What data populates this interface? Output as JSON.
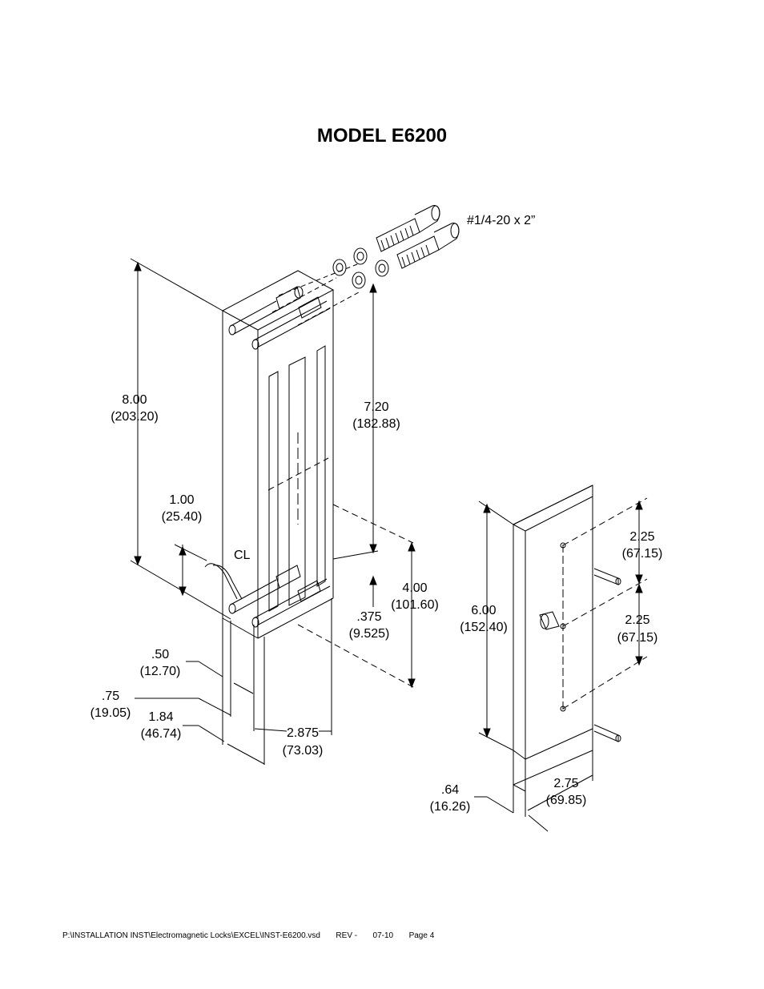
{
  "title": "MODEL E6200",
  "screw_spec": "#1/4-20 x 2”",
  "centerline_mark": "CL",
  "dims": {
    "d800": [
      "8.00",
      "(203.20)"
    ],
    "d720": [
      "7.20",
      "(182.88)"
    ],
    "d100": [
      "1.00",
      "(25.40)"
    ],
    "d400": [
      "4.00",
      "(101.60)"
    ],
    "d375": [
      ".375",
      "(9.525)"
    ],
    "d050": [
      ".50",
      "(12.70)"
    ],
    "d075": [
      ".75",
      "(19.05)"
    ],
    "d184": [
      "1.84",
      "(46.74)"
    ],
    "d2875": [
      "2.875",
      "(73.03)"
    ],
    "d600": [
      "6.00",
      "(152.40)"
    ],
    "d225a": [
      "2.25",
      "(67.15)"
    ],
    "d225b": [
      "2.25",
      "(67.15)"
    ],
    "d064": [
      ".64",
      "(16.26)"
    ],
    "d275": [
      "2.75",
      "(69.85)"
    ]
  },
  "footer": {
    "path": "P:\\INSTALLATION INST\\Electromagnetic Locks\\EXCEL\\INST-E6200.vsd",
    "rev": "REV -",
    "date": "07-10",
    "page": "Page 4"
  }
}
